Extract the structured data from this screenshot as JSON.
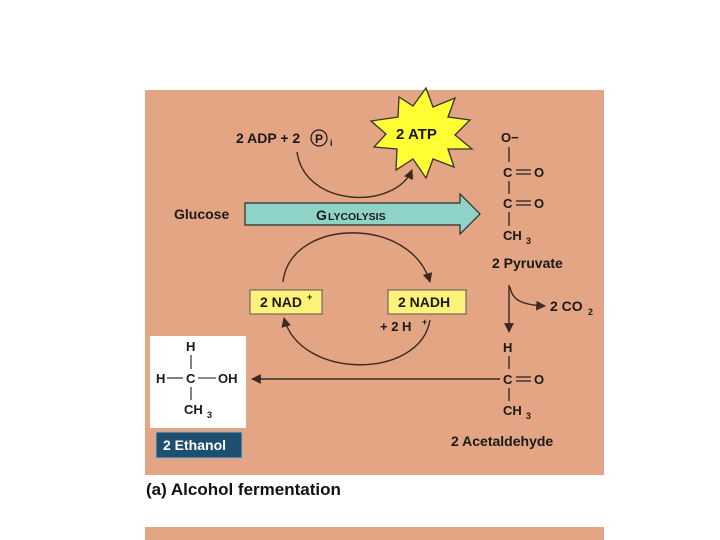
{
  "figure": {
    "caption": "(a) Alcohol fermentation"
  },
  "colors": {
    "panel_background": "#E3A584",
    "arrow_fill": "#8FD3C8",
    "starburst_fill": "#FFFF33",
    "nad_box_fill": "#FFF27A",
    "ethanol_label_fill": "#1F4F6E",
    "line": "#3a2a22"
  },
  "labels": {
    "adp": "2 ADP + 2",
    "pi_symbol": "P",
    "pi_subscript": "i",
    "atp": "2 ATP",
    "glucose": "Glucose",
    "glycolysis_big": "G",
    "glycolysis_rest": "LYCOLYSIS",
    "pyruvate": "2 Pyruvate",
    "co2_main": "2 CO",
    "co2_sub": "2",
    "nad_plus_main": "2 NAD",
    "nad_plus_sup": "+",
    "nadh": "2 NADH",
    "h_plus_main": "+ 2 H",
    "h_plus_sup": "+",
    "acetaldehyde": "2 Acetaldehyde",
    "ethanol": "2 Ethanol"
  },
  "pyruvate_structure": {
    "o_minus": "O−",
    "c1": "C",
    "o1": "O",
    "c2": "C",
    "o2": "O",
    "ch3_main": "CH",
    "ch3_sub": "3"
  },
  "acetaldehyde_structure": {
    "h": "H",
    "c": "C",
    "o": "O",
    "ch3_main": "CH",
    "ch3_sub": "3"
  },
  "ethanol_structure": {
    "h_top": "H",
    "h_left": "H",
    "c": "C",
    "oh": "OH",
    "ch3_main": "CH",
    "ch3_sub": "3"
  }
}
